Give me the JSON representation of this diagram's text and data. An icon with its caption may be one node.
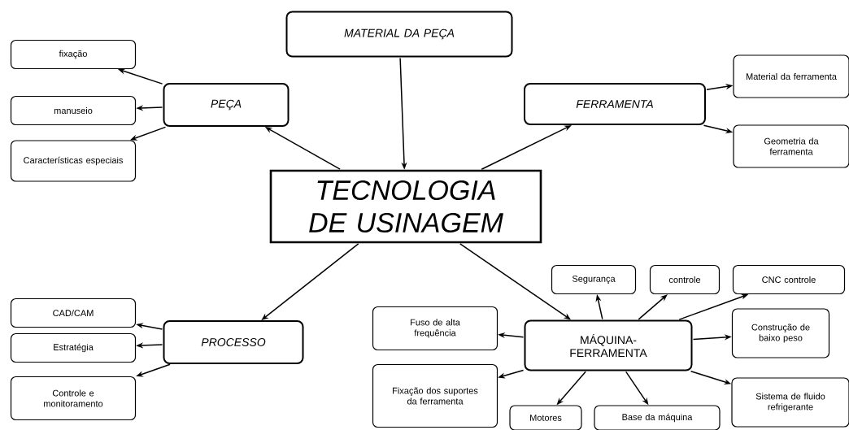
{
  "diagram": {
    "nodes": [
      {
        "text": [
          "TECNOLOGIA DE USINAGEM"
        ]
      },
      {
        "text": [
          "MATERIAL DA PEÇA"
        ]
      },
      {
        "text": [
          "PEÇA"
        ]
      },
      {
        "text": [
          "fixação"
        ]
      },
      {
        "text": [
          "manuseio"
        ]
      },
      {
        "text": [
          "Características especiais"
        ]
      },
      {
        "text": [
          "FERRAMENTA"
        ]
      },
      {
        "text": [
          "Material da ferramenta"
        ]
      },
      {
        "text": [
          "Geometria da ferramenta"
        ]
      },
      {
        "text": [
          "PROCESSO"
        ]
      },
      {
        "text": [
          "CAD/CAM"
        ]
      },
      {
        "text": [
          "Estratégia"
        ]
      },
      {
        "text": [
          "Controle e monitoramento"
        ]
      },
      {
        "text": [
          "MÁQUINA-FERRAMENTA"
        ]
      },
      {
        "text": [
          "Segurança"
        ]
      },
      {
        "text": [
          "controle"
        ]
      },
      {
        "text": [
          "CNC controle"
        ]
      },
      {
        "text": [
          "Fuso de alta frequência"
        ]
      },
      {
        "text": [
          "Construção de baixo peso"
        ]
      },
      {
        "text": [
          "Fixação dos suportes da ferramenta"
        ]
      },
      {
        "text": [
          "Sistema de fluido refrigerante"
        ]
      },
      {
        "text": [
          "Motores"
        ]
      },
      {
        "text": [
          "Base da máquina"
        ]
      }
    ],
    "edges": [
      {
        "from": 1,
        "to": 0,
        "arrow": "to"
      },
      {
        "from": 0,
        "to": 2,
        "arrow": "to"
      },
      {
        "from": 0,
        "to": 6,
        "arrow": "to"
      },
      {
        "from": 0,
        "to": 9,
        "arrow": "to"
      },
      {
        "from": 0,
        "to": 13,
        "arrow": "to"
      },
      {
        "from": 2,
        "to": 3,
        "arrow": "to"
      },
      {
        "from": 2,
        "to": 4,
        "arrow": "to"
      },
      {
        "from": 2,
        "to": 5,
        "arrow": "to"
      },
      {
        "from": 6,
        "to": 7,
        "arrow": "to"
      },
      {
        "from": 6,
        "to": 8,
        "arrow": "to"
      },
      {
        "from": 9,
        "to": 10,
        "arrow": "to"
      },
      {
        "from": 9,
        "to": 11,
        "arrow": "to"
      },
      {
        "from": 9,
        "to": 12,
        "arrow": "to"
      },
      {
        "from": 13,
        "to": 14,
        "arrow": "to"
      },
      {
        "from": 13,
        "to": 15,
        "arrow": "to"
      },
      {
        "from": 13,
        "to": 16,
        "arrow": "to"
      },
      {
        "from": 13,
        "to": 17,
        "arrow": "to"
      },
      {
        "from": 13,
        "to": 18,
        "arrow": "to"
      },
      {
        "from": 13,
        "to": 19,
        "arrow": "to"
      },
      {
        "from": 13,
        "to": 20,
        "arrow": "to"
      },
      {
        "from": 13,
        "to": 21,
        "arrow": "to"
      },
      {
        "from": 13,
        "to": 22,
        "arrow": "to"
      }
    ]
  }
}
